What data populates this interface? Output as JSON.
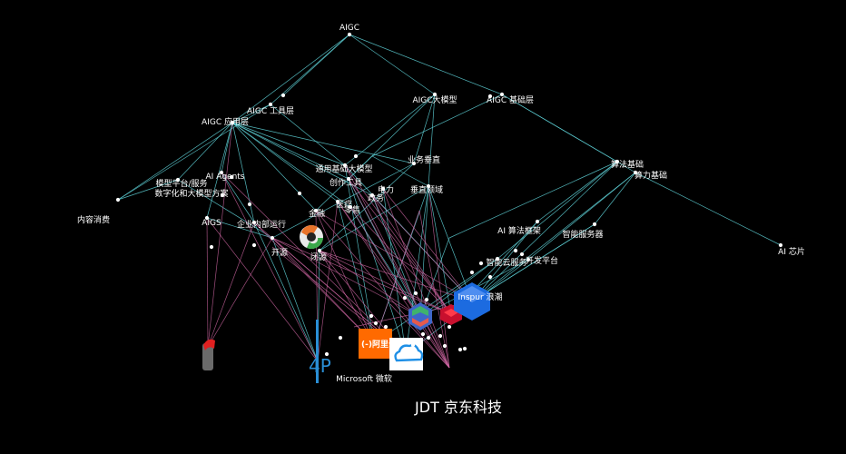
{
  "nodes": {
    "aigc": "AIGC",
    "tools": "AIGC 工具层",
    "application": "AIGC 应用层",
    "big_model": "AIGC大模型",
    "base": "AIGC 基础层",
    "ai_agents": "AI Agents",
    "platform": "模型平台/服务",
    "digital": "数字化和大模型方案",
    "content": "内容消费",
    "aigs": "AIGS",
    "enterprise": "企业内部运行",
    "general_model": "通用基础大模型",
    "creation_tools": "创作工具",
    "vertical_business": "业务垂直",
    "vertical_domain": "垂直领域",
    "power": "电力",
    "gov": "政务",
    "medical": "医疗",
    "retail": "零售",
    "finance": "金融",
    "open_source": "开源",
    "closed_source": "闭源",
    "algo_base": "算法基础",
    "compute_base": "算力基础",
    "algo_framework": "AI 算法框架",
    "smart_server": "智能服务器",
    "cloud_service": "智能云服务",
    "dev_platform": "开发平台",
    "ai_chip": "AI 芯片",
    "inspur": "Inspur 浪潮",
    "microsoft": "Microsoft 微软"
  },
  "logos": {
    "aliyun_text": "(-)阿里云"
  },
  "caption": "JDT 京东科技",
  "colors": {
    "background": "#000000",
    "edge_cyan": "#5fd3d9",
    "edge_pink": "#d66aa8",
    "node": "#ffffff",
    "aliyun": "#ff6a00",
    "tencent": "#1e8fe6",
    "inspur": "#1c6be0"
  }
}
